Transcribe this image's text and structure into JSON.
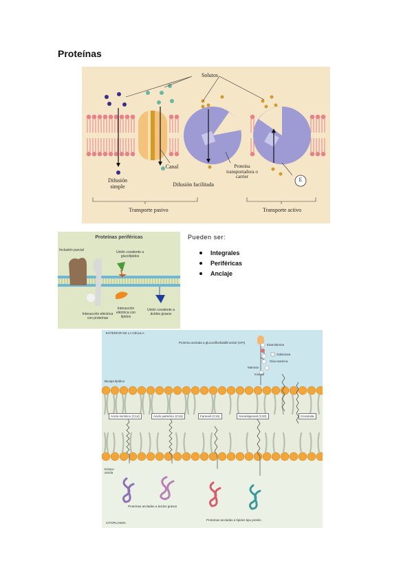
{
  "page_title": "Proteínas",
  "figure_transport": {
    "solutes_label": "Solutos",
    "simple_diffusion": "Difusión simple",
    "channel": "Canal",
    "facilitated_diffusion": "Difusión facilitada",
    "carrier": "Proteína transportadora o carrier",
    "energy": "E",
    "passive_transport": "Transporte pasivo",
    "active_transport": "Transporte activo"
  },
  "figure_peripheral": {
    "title": "Proteínas periféricas",
    "partial_inclusion": "Inclusión parcial",
    "glycolipid_binding": "Unión covalente a glucolípidos",
    "protein_interaction": "Interacción eléctrica con proteínas",
    "lipid_interaction": "Interacción eléctrica con lípidos",
    "fatty_acid_binding": "Unión covalente a ácidos grasos"
  },
  "intro_text": "Pueden ser:",
  "bullets": [
    "Integrales",
    "Periféricas",
    "Anclaje"
  ],
  "figure_anchor": {
    "exterior": "EXTERIOR DE LA CÉLULA",
    "gpi_protein": "Proteína anclada a glucosilfosfatidilinositol (GPI)",
    "ethanolamine": "Etanolamina",
    "galactose": "Galactosa",
    "glucosamine": "Glucosamina",
    "mannose": "Manosa",
    "inositol": "Inositol",
    "bilayer": "Bicapa lipídica",
    "myristic": "Ácido mirístico (C14)",
    "palmitic": "Ácido palmítico (C16)",
    "farnesyl": "Farnesil (C15)",
    "geranylgeranyl": "Geranilgeranil (C20)",
    "ceramide": "Ceramida",
    "amide_bond": "Enlace amida",
    "acid_anchored": "Proteínas ancladas a ácidos grasos",
    "cytoplasm": "CITOPLASMA",
    "prenyl_anchored": "Proteínas ancladas a lípidos tipo prenilo"
  }
}
